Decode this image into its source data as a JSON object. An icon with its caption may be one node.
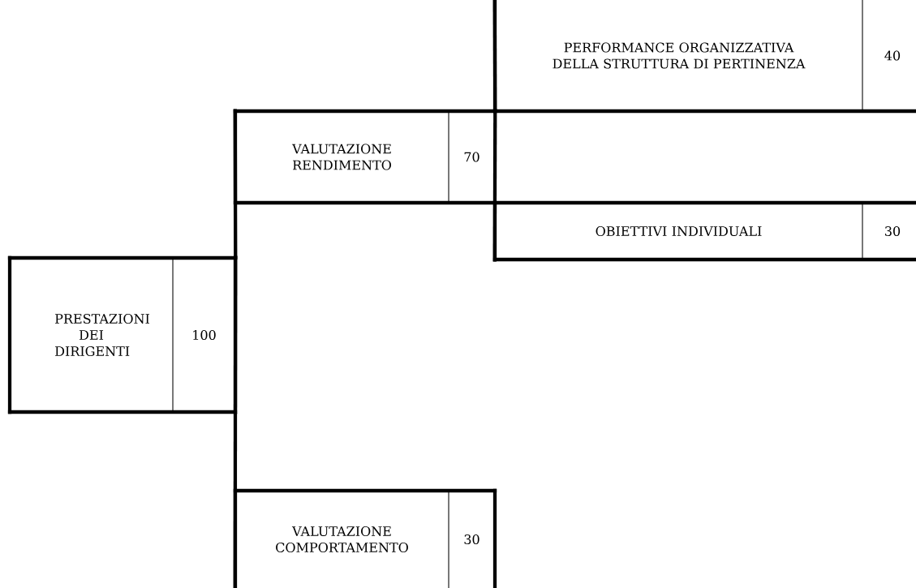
{
  "diagram": {
    "nodes": [
      {
        "text": [
          "PRESTAZIONI DEI DIRIGENTI",
          "100"
        ]
      },
      {
        "text": [
          "VALUTAZIONE RENDIMENTO",
          "70"
        ]
      },
      {
        "text": [
          "PERFORMANCE ORGANIZZATIVA DELLA STRUTTURA DI PERTINENZA",
          "40"
        ]
      },
      {
        "text": [
          "OBIETTIVI INDIVIDUALI",
          "30"
        ]
      },
      {
        "text": [
          "VALUTAZIONE COMPORTAMENTO",
          "30"
        ]
      }
    ],
    "edges": [
      {
        "from": 0,
        "to": 1,
        "arrow": "none"
      },
      {
        "from": 0,
        "to": 4,
        "arrow": "none"
      },
      {
        "from": 1,
        "to": 2,
        "arrow": "none"
      },
      {
        "from": 1,
        "to": 3,
        "arrow": "none"
      }
    ]
  }
}
